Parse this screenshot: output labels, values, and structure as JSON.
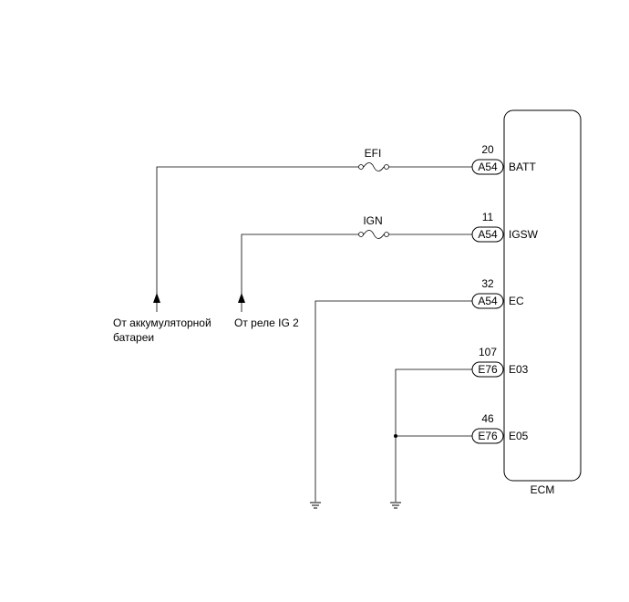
{
  "ecm": {
    "label": "ECM"
  },
  "fuses": {
    "efi": "EFI",
    "ign": "IGN"
  },
  "pins": [
    {
      "number": "20",
      "connector": "A54",
      "terminal": "BATT"
    },
    {
      "number": "11",
      "connector": "A54",
      "terminal": "IGSW"
    },
    {
      "number": "32",
      "connector": "A54",
      "terminal": "EC"
    },
    {
      "number": "107",
      "connector": "E76",
      "terminal": "E03"
    },
    {
      "number": "46",
      "connector": "E76",
      "terminal": "E05"
    }
  ],
  "sources": {
    "battery_line1": "От аккумуляторной",
    "battery_line2": "батареи",
    "relay": "От реле IG 2"
  }
}
